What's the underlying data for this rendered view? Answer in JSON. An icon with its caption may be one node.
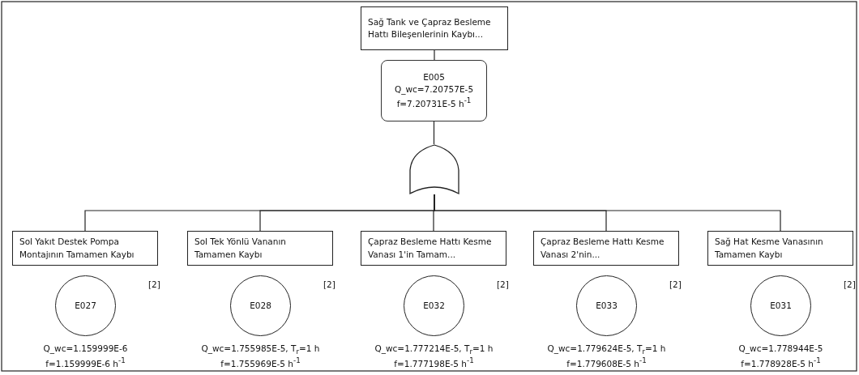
{
  "diagram": {
    "nodes": [
      {
        "text": [
          "Sağ Tank ve Çapraz Besleme Hattı Bileşenlerinin Kaybı..."
        ]
      },
      {
        "text": [
          "E005",
          "Q_wc=7.20757E-5",
          "f=7.20731E-5 h$^{-1}$"
        ]
      },
      {
        "text": [],
        "shape": "gate"
      },
      {
        "text": [
          "Sol Yakıt Destek Pompa Montajının Tamamen Kaybı"
        ],
        "beside": [
          "[2]"
        ]
      },
      {
        "text": [
          "E027"
        ],
        "beside": [
          "Q_wc=1.159999E-6",
          "f=1.159999E-6 h$^{-1}$"
        ]
      },
      {
        "text": [
          "Sol Tek Yönlü Vananın Tamamen Kaybı"
        ],
        "beside": [
          "[2]"
        ]
      },
      {
        "text": [
          "E028"
        ],
        "beside": [
          "Q_wc=1.755985E-5, T$_{r}$=1 h",
          "f=1.755969E-5 h$^{-1}$"
        ]
      },
      {
        "text": [
          "Çapraz Besleme Hattı Kesme Vanası 1'in Tamam..."
        ],
        "beside": [
          "[2]"
        ]
      },
      {
        "text": [
          "E032"
        ],
        "beside": [
          "Q_wc=1.777214E-5, T$_{r}$=1 h",
          "f=1.777198E-5 h$^{-1}$"
        ]
      },
      {
        "text": [
          "Çapraz Besleme Hattı Kesme Vanası 2'nin..."
        ],
        "beside": [
          "[2]"
        ]
      },
      {
        "text": [
          "E033"
        ],
        "beside": [
          "Q_wc=1.779624E-5, T$_{r}$=1 h",
          "f=1.779608E-5 h$^{-1}$"
        ]
      },
      {
        "text": [
          "Sağ Hat Kesme Vanasının Tamamen Kaybı"
        ],
        "beside": [
          "[2]"
        ]
      },
      {
        "text": [
          "E031"
        ],
        "beside": [
          "Q_wc=1.778944E-5",
          "f=1.778928E-5 h$^{-1}$"
        ]
      }
    ],
    "edges": [
      {
        "from": 0,
        "to": 1,
        "arrow": "none"
      },
      {
        "from": 1,
        "to": 2,
        "arrow": "none"
      },
      {
        "from": 2,
        "to": 3,
        "arrow": "none"
      },
      {
        "from": 2,
        "to": 5,
        "arrow": "none"
      },
      {
        "from": 2,
        "to": 7,
        "arrow": "none"
      },
      {
        "from": 2,
        "to": 9,
        "arrow": "none"
      },
      {
        "from": 2,
        "to": 11,
        "arrow": "none"
      }
    ]
  }
}
